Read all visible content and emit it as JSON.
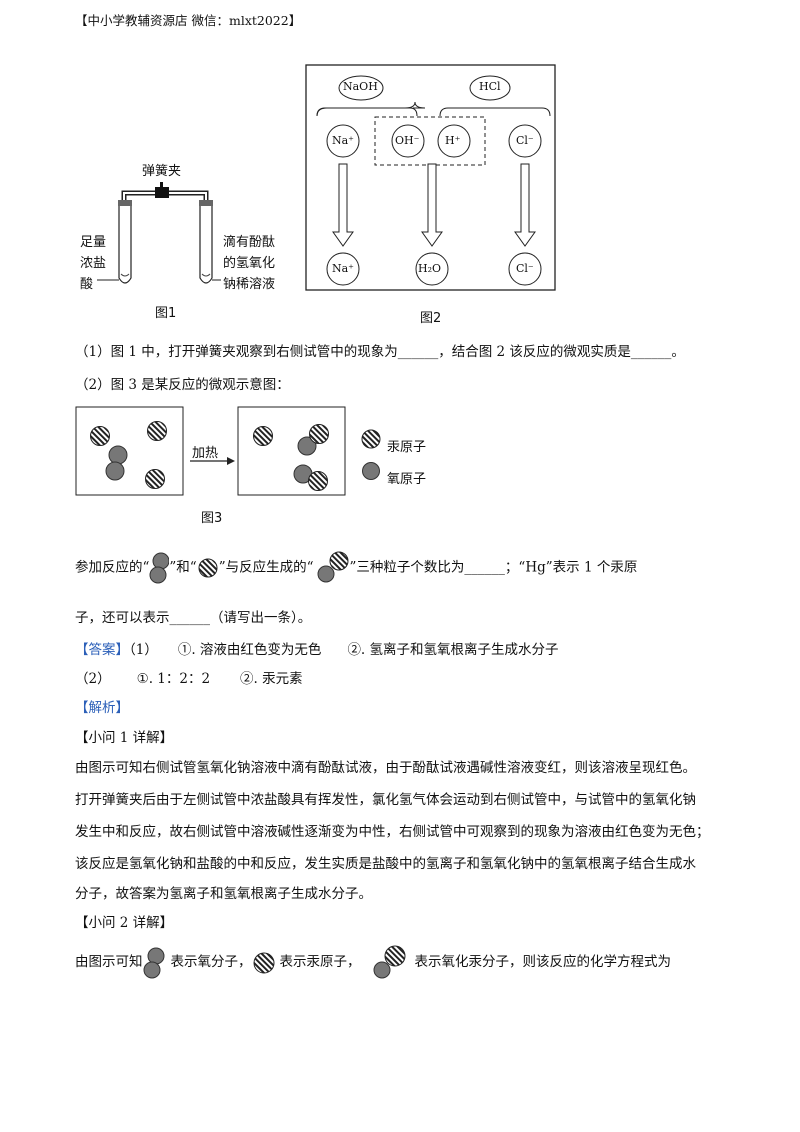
{
  "header": "【中小学教辅资源店 微信：mlxt2022】",
  "fig1": {
    "clip_label": "弹簧夹",
    "left_label": [
      "足量",
      "浓盐",
      "酸"
    ],
    "right_label": [
      "滴有酚酞",
      "的氢氧化",
      "钠稀溶液"
    ],
    "caption": "图1"
  },
  "fig2": {
    "top_left": "NaOH",
    "top_right": "HCl",
    "ions_top": [
      "Na⁺",
      "OH⁻",
      "H⁺",
      "Cl⁻"
    ],
    "ions_bottom": [
      "Na⁺",
      "H₂O",
      "Cl⁻"
    ],
    "caption": "图2"
  },
  "q1": "（1）图 1 中，打开弹簧夹观察到右侧试管中的现象为______，结合图 2 该反应的微观实质是______。",
  "q2": "（2）图 3 是某反应的微观示意图：",
  "fig3": {
    "arrow_label": "加热",
    "legend": [
      "汞原子",
      "氧原子"
    ],
    "caption": "图3"
  },
  "q2_line1": {
    "p1": "参加反应的“",
    "p2": "”和“",
    "p3": "”与反应生成的“",
    "p4": "”三种粒子个数比为______；“Hg”表示 1 个汞原"
  },
  "q2_line2": "子，还可以表示______（请写出一条）。",
  "answer": {
    "tag": "【答案】",
    "l1_a": "（1）",
    "l1_b": "①. 溶液由红色变为无色",
    "l1_c": "②. 氢离子和氢氧根离子生成水分子",
    "l2_a": "（2）",
    "l2_b": "①. 1：2：2",
    "l2_c": "②. 汞元素"
  },
  "analysis_tag": "【解析】",
  "sub1_title": "【小问 1 详解】",
  "sub1_lines": [
    "由图示可知右侧试管氢氧化钠溶液中滴有酚酞试液，由于酚酞试液遇碱性溶液变红，则该溶液呈现红色。",
    "打开弹簧夹后由于左侧试管中浓盐酸具有挥发性，氯化氢气体会运动到右侧试管中，与试管中的氢氧化钠",
    "发生中和反应，故右侧试管中溶液碱性逐渐变为中性，右侧试管中可观察到的现象为溶液由红色变为无色；",
    "该反应是氢氧化钠和盐酸的中和反应，发生实质是盐酸中的氢离子和氢氧化钠中的氢氧根离子结合生成水",
    "分子，故答案为氢离子和氢氧根离子生成水分子。"
  ],
  "sub2_title": "【小问 2 详解】",
  "sub2_line": {
    "p1": "由图示可知",
    "p2": "表示氧分子，",
    "p3": "表示汞原子，",
    "p4": "表示氧化汞分子，则该反应的化学方程式为"
  }
}
